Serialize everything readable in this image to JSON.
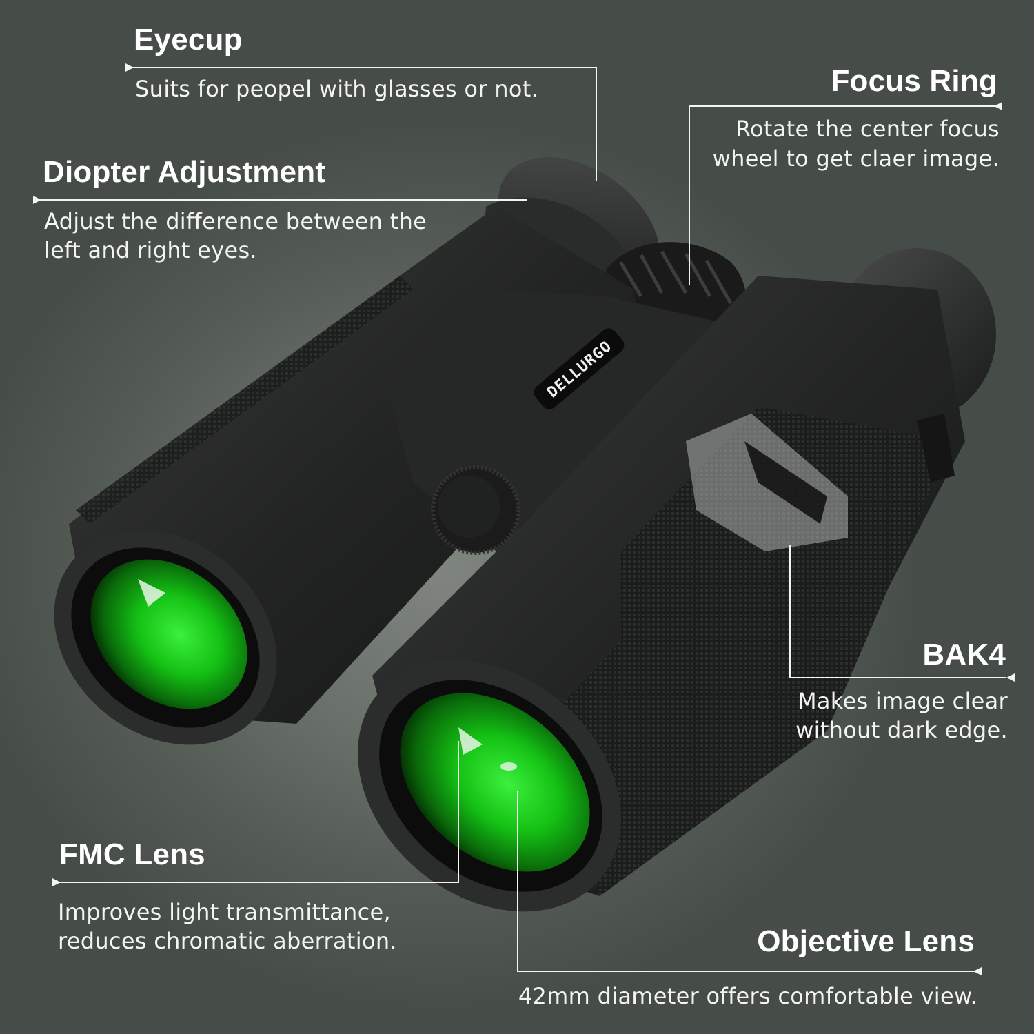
{
  "product": {
    "brand": "DELLURGO",
    "lens_color": "#1fd81f",
    "body_color": "#1e1f1f"
  },
  "callouts": {
    "eyecup": {
      "title": "Eyecup",
      "desc": "Suits for peopel with glasses or not."
    },
    "diopter": {
      "title": "Diopter Adjustment",
      "desc_line1": "Adjust the difference between the",
      "desc_line2": "left and right eyes."
    },
    "focus_ring": {
      "title": "Focus Ring",
      "desc_line1": "Rotate the center focus",
      "desc_line2": "wheel to get claer image."
    },
    "bak4": {
      "title": "BAK4",
      "desc_line1": "Makes image clear",
      "desc_line2": "without dark edge."
    },
    "fmc_lens": {
      "title": "FMC Lens",
      "desc_line1": "Improves light transmittance,",
      "desc_line2": "reduces chromatic aberration."
    },
    "objective_lens": {
      "title": "Objective Lens",
      "desc": "42mm diameter offers comfortable view."
    }
  },
  "colors": {
    "background": "#5a615b",
    "text": "#ffffff",
    "lines": "#f4f4f2"
  }
}
